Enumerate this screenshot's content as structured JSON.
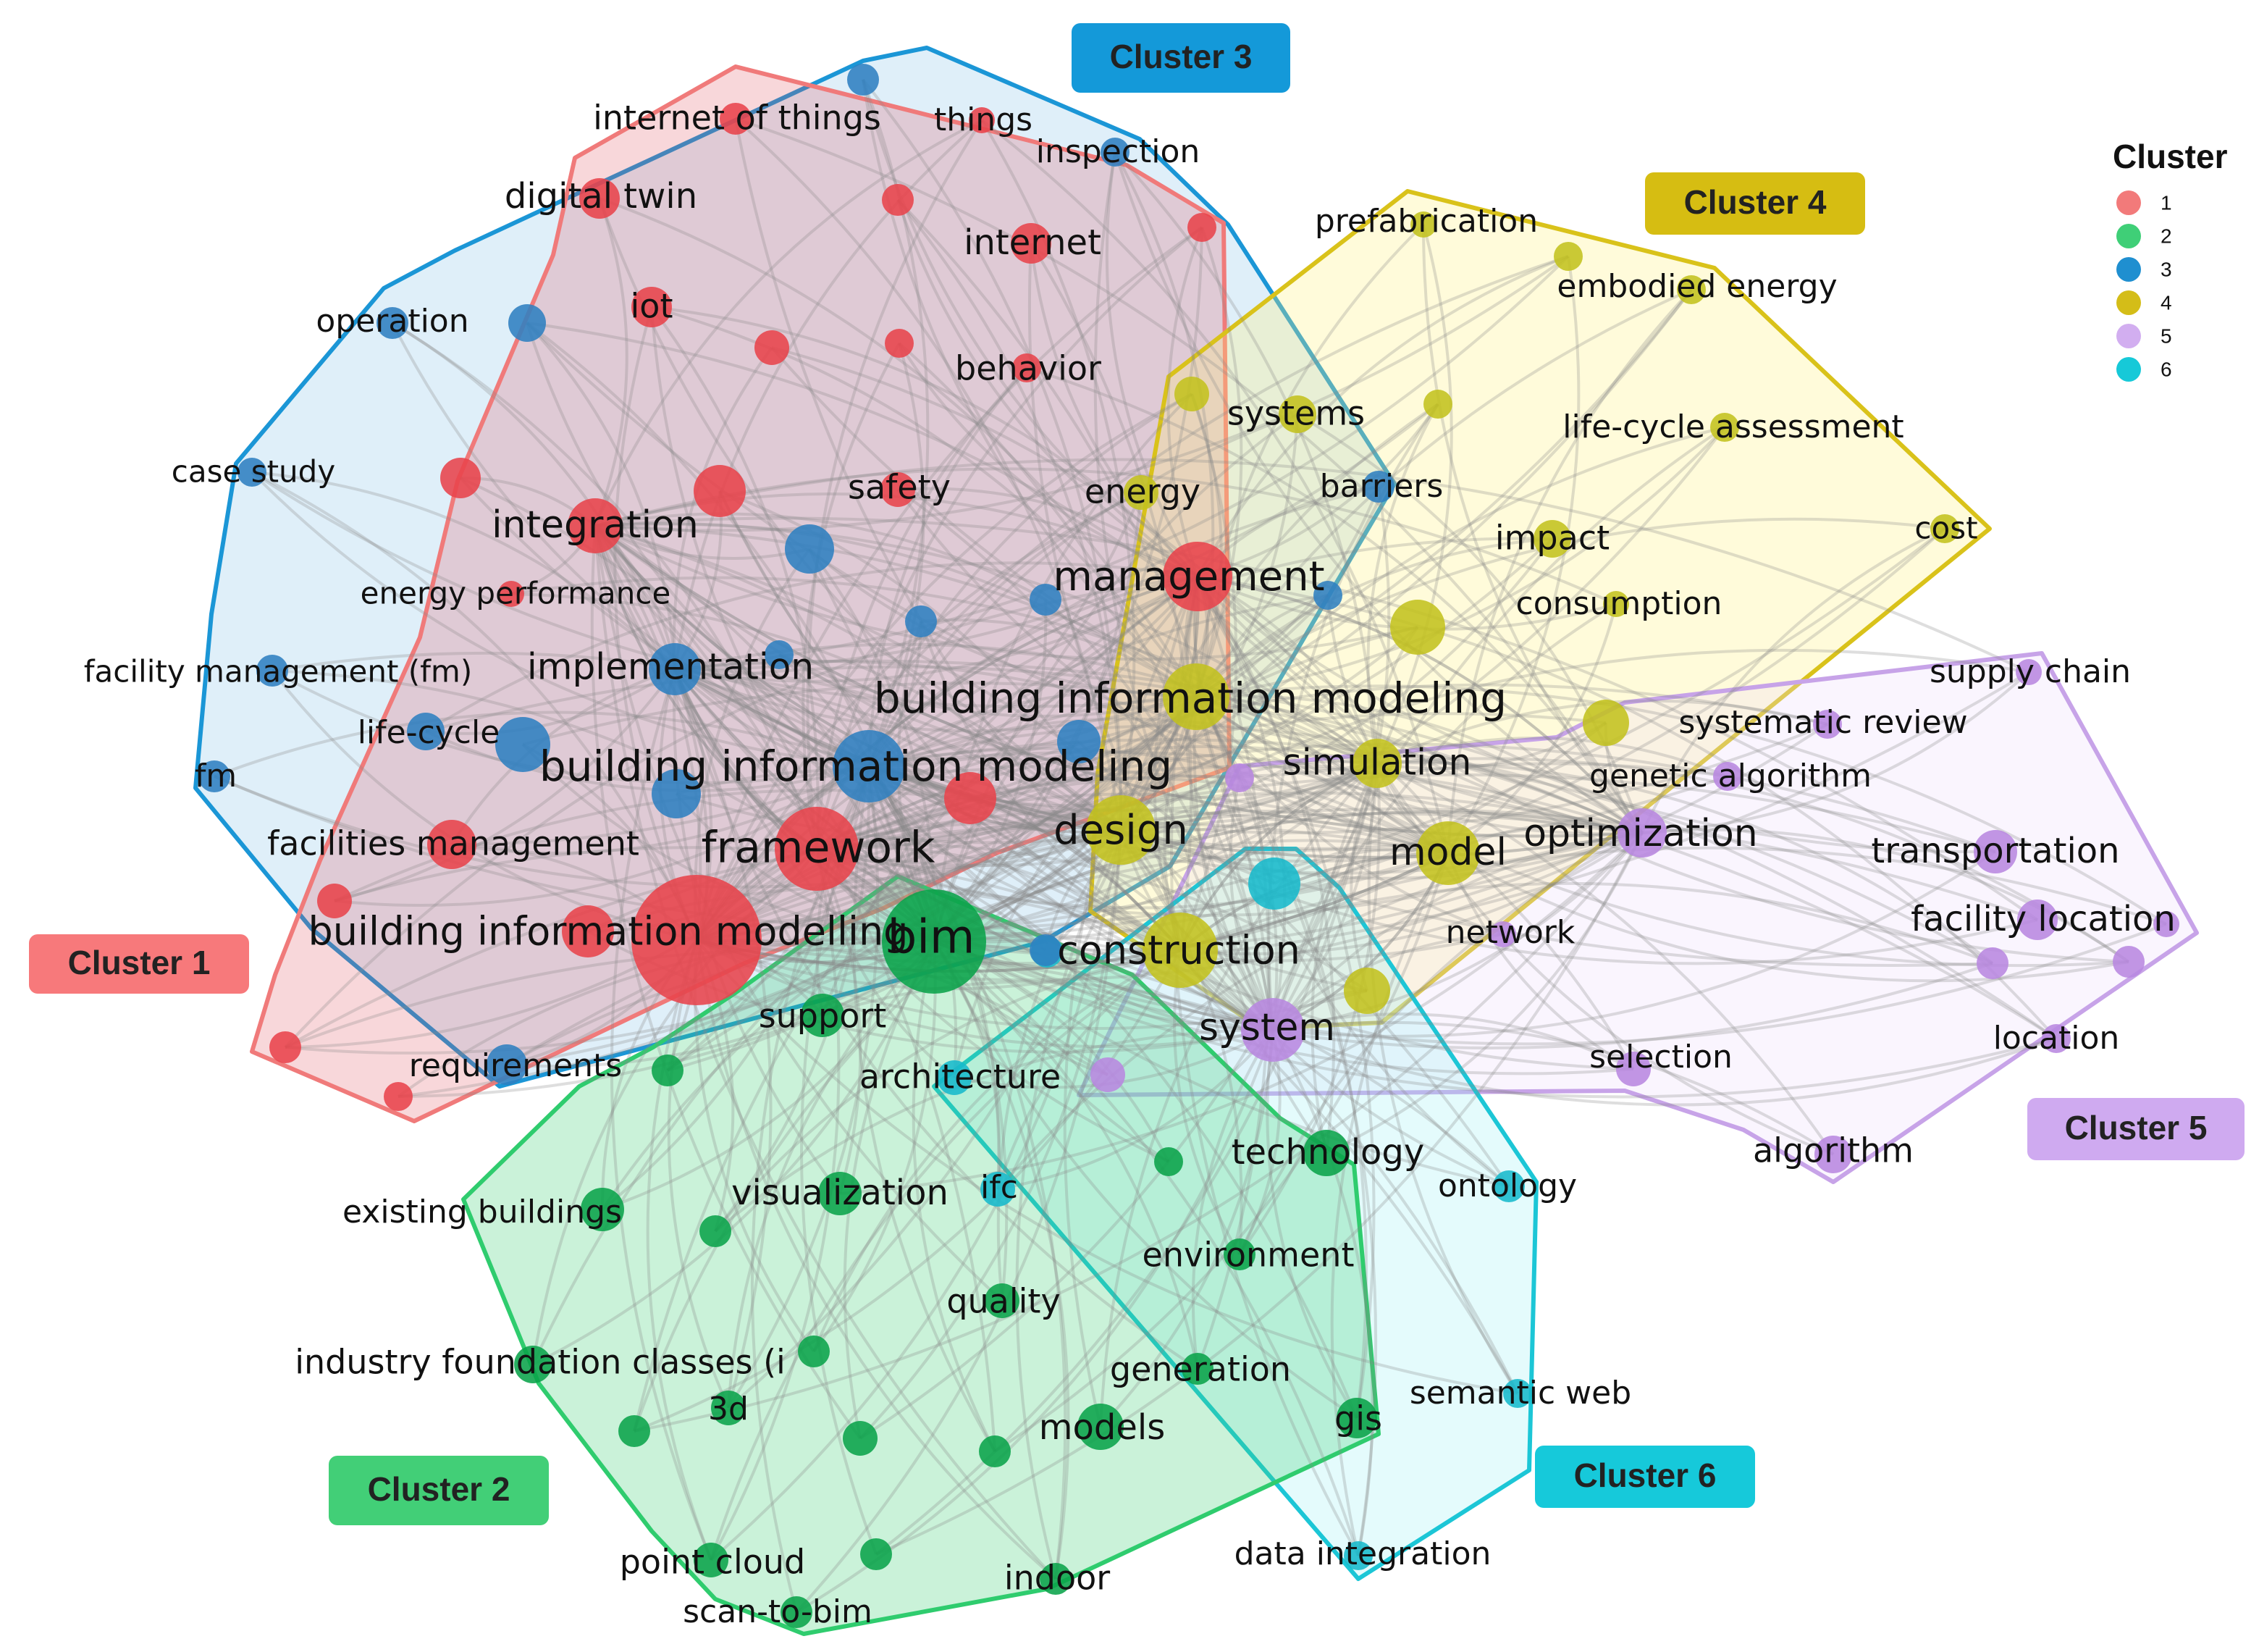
{
  "legend": {
    "title": "Cluster",
    "items": [
      {
        "label": "1",
        "color": "#f27a7a"
      },
      {
        "label": "2",
        "color": "#3fcf77"
      },
      {
        "label": "3",
        "color": "#1f8fd0"
      },
      {
        "label": "4",
        "color": "#d4bd18"
      },
      {
        "label": "5",
        "color": "#d2aef0"
      },
      {
        "label": "6",
        "color": "#16c9d8"
      }
    ]
  },
  "clusters": [
    {
      "id": 1,
      "label": "Cluster 1",
      "fill": "#e04a55",
      "stroke": "#f07a7a",
      "badge": "#f7797b",
      "badge_text": "#222222"
    },
    {
      "id": 2,
      "label": "Cluster 2",
      "fill": "#3fcf77",
      "stroke": "#2fcc6e",
      "badge": "#42cf77",
      "badge_text": "#222222"
    },
    {
      "id": 3,
      "label": "Cluster 3",
      "fill": "#8cc4ea",
      "stroke": "#1b96d6",
      "badge": "#1499d9",
      "badge_text": "#222222"
    },
    {
      "id": 4,
      "label": "Cluster 4",
      "fill": "#fff27a",
      "stroke": "#d9c21a",
      "badge": "#d6bd12",
      "badge_text": "#222222"
    },
    {
      "id": 5,
      "label": "Cluster 5",
      "fill": "#ecdcfa",
      "stroke": "#c7a3e8",
      "badge": "#cfaaf0",
      "badge_text": "#222222"
    },
    {
      "id": 6,
      "label": "Cluster 6",
      "fill": "#9deff4",
      "stroke": "#1cc6d6",
      "badge": "#16c9da",
      "badge_text": "#222222"
    }
  ],
  "node_colors": {
    "1": "#e8434b",
    "2": "#0aa34a",
    "3": "#2f7fc0",
    "4": "#c3c21e",
    "5": "#b887e0",
    "6": "#17b9cc"
  },
  "nodes": [
    {
      "id": "internet of things",
      "cluster": 1,
      "label": "internet of things"
    },
    {
      "id": "things",
      "cluster": 1,
      "label": "things"
    },
    {
      "id": "digital twin",
      "cluster": 1,
      "label": "digital twin"
    },
    {
      "id": "internet",
      "cluster": 1,
      "label": "internet"
    },
    {
      "id": "iot",
      "cluster": 1,
      "label": "iot"
    },
    {
      "id": "behavior",
      "cluster": 1,
      "label": "behavior"
    },
    {
      "id": "safety",
      "cluster": 1,
      "label": "safety"
    },
    {
      "id": "integration",
      "cluster": 1,
      "label": "integration"
    },
    {
      "id": "energy performance",
      "cluster": 1,
      "label": "energy performance"
    },
    {
      "id": "management",
      "cluster": 1,
      "label": "management"
    },
    {
      "id": "framework",
      "cluster": 1,
      "label": "framework"
    },
    {
      "id": "facilities management",
      "cluster": 1,
      "label": "facilities management"
    },
    {
      "id": "building information modelling",
      "cluster": 1,
      "label": "building information modelling"
    },
    {
      "id": "c1a",
      "cluster": 1,
      "label": ""
    },
    {
      "id": "c1b",
      "cluster": 1,
      "label": ""
    },
    {
      "id": "c1c",
      "cluster": 1,
      "label": ""
    },
    {
      "id": "c1d",
      "cluster": 1,
      "label": ""
    },
    {
      "id": "c1e",
      "cluster": 1,
      "label": ""
    },
    {
      "id": "c1f",
      "cluster": 1,
      "label": ""
    },
    {
      "id": "c1g",
      "cluster": 1,
      "label": ""
    },
    {
      "id": "c1h",
      "cluster": 1,
      "label": ""
    },
    {
      "id": "c1i",
      "cluster": 1,
      "label": ""
    },
    {
      "id": "c1j",
      "cluster": 1,
      "label": ""
    },
    {
      "id": "bim",
      "cluster": 2,
      "label": "bim"
    },
    {
      "id": "support",
      "cluster": 2,
      "label": "support"
    },
    {
      "id": "visualization",
      "cluster": 2,
      "label": "visualization"
    },
    {
      "id": "existing buildings",
      "cluster": 2,
      "label": "existing buildings"
    },
    {
      "id": "industry foundation classes (i",
      "cluster": 2,
      "label": "industry foundation classes (i"
    },
    {
      "id": "3d",
      "cluster": 2,
      "label": "3d"
    },
    {
      "id": "quality",
      "cluster": 2,
      "label": "quality"
    },
    {
      "id": "technology",
      "cluster": 2,
      "label": "technology"
    },
    {
      "id": "environment",
      "cluster": 2,
      "label": "environment"
    },
    {
      "id": "generation",
      "cluster": 2,
      "label": "generation"
    },
    {
      "id": "models",
      "cluster": 2,
      "label": "models"
    },
    {
      "id": "gis",
      "cluster": 2,
      "label": "gis"
    },
    {
      "id": "point cloud",
      "cluster": 2,
      "label": "point cloud"
    },
    {
      "id": "scan-to-bim",
      "cluster": 2,
      "label": "scan-to-bim"
    },
    {
      "id": "indoor",
      "cluster": 2,
      "label": "indoor"
    },
    {
      "id": "c2a",
      "cluster": 2,
      "label": ""
    },
    {
      "id": "c2b",
      "cluster": 2,
      "label": ""
    },
    {
      "id": "c2c",
      "cluster": 2,
      "label": ""
    },
    {
      "id": "c2d",
      "cluster": 2,
      "label": ""
    },
    {
      "id": "c2e",
      "cluster": 2,
      "label": ""
    },
    {
      "id": "c2f",
      "cluster": 2,
      "label": ""
    },
    {
      "id": "c2g",
      "cluster": 2,
      "label": ""
    },
    {
      "id": "c2h",
      "cluster": 2,
      "label": ""
    },
    {
      "id": "inspection",
      "cluster": 3,
      "label": "inspection"
    },
    {
      "id": "operation",
      "cluster": 3,
      "label": "operation"
    },
    {
      "id": "case study",
      "cluster": 3,
      "label": "case study"
    },
    {
      "id": "facility management (fm)",
      "cluster": 3,
      "label": "facility management (fm)"
    },
    {
      "id": "fm",
      "cluster": 3,
      "label": "fm"
    },
    {
      "id": "life-cycle",
      "cluster": 3,
      "label": "life-cycle"
    },
    {
      "id": "implementation",
      "cluster": 3,
      "label": "implementation"
    },
    {
      "id": "building information modeling (cl3)",
      "cluster": 3,
      "label": "building information modeling"
    },
    {
      "id": "requirements",
      "cluster": 3,
      "label": "requirements"
    },
    {
      "id": "barriers",
      "cluster": 3,
      "label": "barriers"
    },
    {
      "id": "c3a",
      "cluster": 3,
      "label": ""
    },
    {
      "id": "c3b",
      "cluster": 3,
      "label": ""
    },
    {
      "id": "c3c",
      "cluster": 3,
      "label": ""
    },
    {
      "id": "c3d",
      "cluster": 3,
      "label": ""
    },
    {
      "id": "c3e",
      "cluster": 3,
      "label": ""
    },
    {
      "id": "c3f",
      "cluster": 3,
      "label": ""
    },
    {
      "id": "c3g",
      "cluster": 3,
      "label": ""
    },
    {
      "id": "c3h",
      "cluster": 3,
      "label": ""
    },
    {
      "id": "c3i",
      "cluster": 3,
      "label": ""
    },
    {
      "id": "prefabrication",
      "cluster": 4,
      "label": "prefabrication"
    },
    {
      "id": "embodied energy",
      "cluster": 4,
      "label": "embodied energy"
    },
    {
      "id": "systems",
      "cluster": 4,
      "label": "systems"
    },
    {
      "id": "life-cycle assessment",
      "cluster": 4,
      "label": "life-cycle assessment"
    },
    {
      "id": "energy",
      "cluster": 4,
      "label": "energy"
    },
    {
      "id": "impact",
      "cluster": 4,
      "label": "impact"
    },
    {
      "id": "cost",
      "cluster": 4,
      "label": "cost"
    },
    {
      "id": "consumption",
      "cluster": 4,
      "label": "consumption"
    },
    {
      "id": "building information modeling (cl4)",
      "cluster": 4,
      "label": "building information modeling"
    },
    {
      "id": "simulation",
      "cluster": 4,
      "label": "simulation"
    },
    {
      "id": "design",
      "cluster": 4,
      "label": "design"
    },
    {
      "id": "model",
      "cluster": 4,
      "label": "model"
    },
    {
      "id": "construction",
      "cluster": 4,
      "label": "construction"
    },
    {
      "id": "c4a",
      "cluster": 4,
      "label": ""
    },
    {
      "id": "c4b",
      "cluster": 4,
      "label": ""
    },
    {
      "id": "c4c",
      "cluster": 4,
      "label": ""
    },
    {
      "id": "c4d",
      "cluster": 4,
      "label": ""
    },
    {
      "id": "c4e",
      "cluster": 4,
      "label": ""
    },
    {
      "id": "supply chain",
      "cluster": 5,
      "label": "supply chain"
    },
    {
      "id": "systematic review",
      "cluster": 5,
      "label": "systematic review"
    },
    {
      "id": "genetic algorithm",
      "cluster": 5,
      "label": "genetic algorithm"
    },
    {
      "id": "optimization",
      "cluster": 5,
      "label": "optimization"
    },
    {
      "id": "transportation",
      "cluster": 5,
      "label": "transportation"
    },
    {
      "id": "facility location",
      "cluster": 5,
      "label": "facility location"
    },
    {
      "id": "network",
      "cluster": 5,
      "label": "network"
    },
    {
      "id": "location",
      "cluster": 5,
      "label": "location"
    },
    {
      "id": "selection",
      "cluster": 5,
      "label": "selection"
    },
    {
      "id": "algorithm",
      "cluster": 5,
      "label": "algorithm"
    },
    {
      "id": "system",
      "cluster": 5,
      "label": "system"
    },
    {
      "id": "c5a",
      "cluster": 5,
      "label": ""
    },
    {
      "id": "c5b",
      "cluster": 5,
      "label": ""
    },
    {
      "id": "c5c",
      "cluster": 5,
      "label": ""
    },
    {
      "id": "c5d",
      "cluster": 5,
      "label": ""
    },
    {
      "id": "architecture",
      "cluster": 6,
      "label": "architecture"
    },
    {
      "id": "ifc",
      "cluster": 6,
      "label": "ifc"
    },
    {
      "id": "ontology",
      "cluster": 6,
      "label": "ontology"
    },
    {
      "id": "semantic web",
      "cluster": 6,
      "label": "semantic web"
    },
    {
      "id": "data integration",
      "cluster": 6,
      "label": "data integration"
    },
    {
      "id": "c6a",
      "cluster": 6,
      "label": ""
    },
    {
      "id": "c6b",
      "cluster": 6,
      "label": ""
    }
  ],
  "hubs": [
    "bim",
    "building information modelling",
    "framework",
    "building information modeling (cl3)",
    "building information modeling (cl4)",
    "management",
    "construction",
    "design",
    "model",
    "system",
    "integration",
    "implementation",
    "simulation",
    "optimization"
  ]
}
